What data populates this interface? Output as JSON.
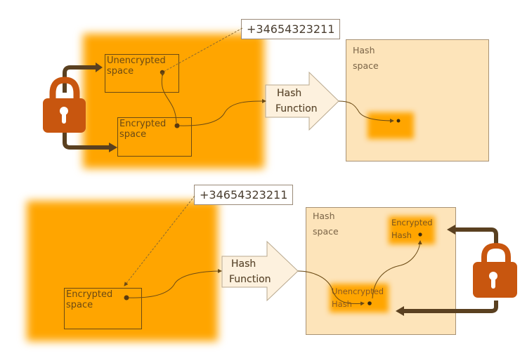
{
  "top_diagram": {
    "phone_number": "+34654323211",
    "unencrypted_space": {
      "line1": "Unencrypted",
      "line2": "space"
    },
    "encrypted_space": {
      "line1": "Encrypted",
      "line2": "space"
    },
    "hash_function": {
      "line1": "Hash",
      "line2": "Function"
    },
    "hash_space": {
      "line1": "Hash",
      "line2": "space"
    }
  },
  "bottom_diagram": {
    "phone_number": "+34654323211",
    "encrypted_space": {
      "line1": "Encrypted",
      "line2": "space"
    },
    "hash_function": {
      "line1": "Hash",
      "line2": "Function"
    },
    "hash_space": {
      "line1": "Hash",
      "line2": "space"
    },
    "encrypted_hash": {
      "line1": "Encrypted",
      "line2": "Hash"
    },
    "unencrypted_hash": {
      "line1": "Unencrypted",
      "line2": "Hash"
    }
  },
  "icons": {
    "top_lock": "padlock-icon",
    "bottom_lock": "padlock-icon"
  },
  "colors": {
    "orange_space": "#ffa500",
    "hash_space_fill": "#fde4ba",
    "lock": "#c8560f",
    "arrow_dark": "#5a4020",
    "hash_function_fill": "#fdf1de"
  }
}
